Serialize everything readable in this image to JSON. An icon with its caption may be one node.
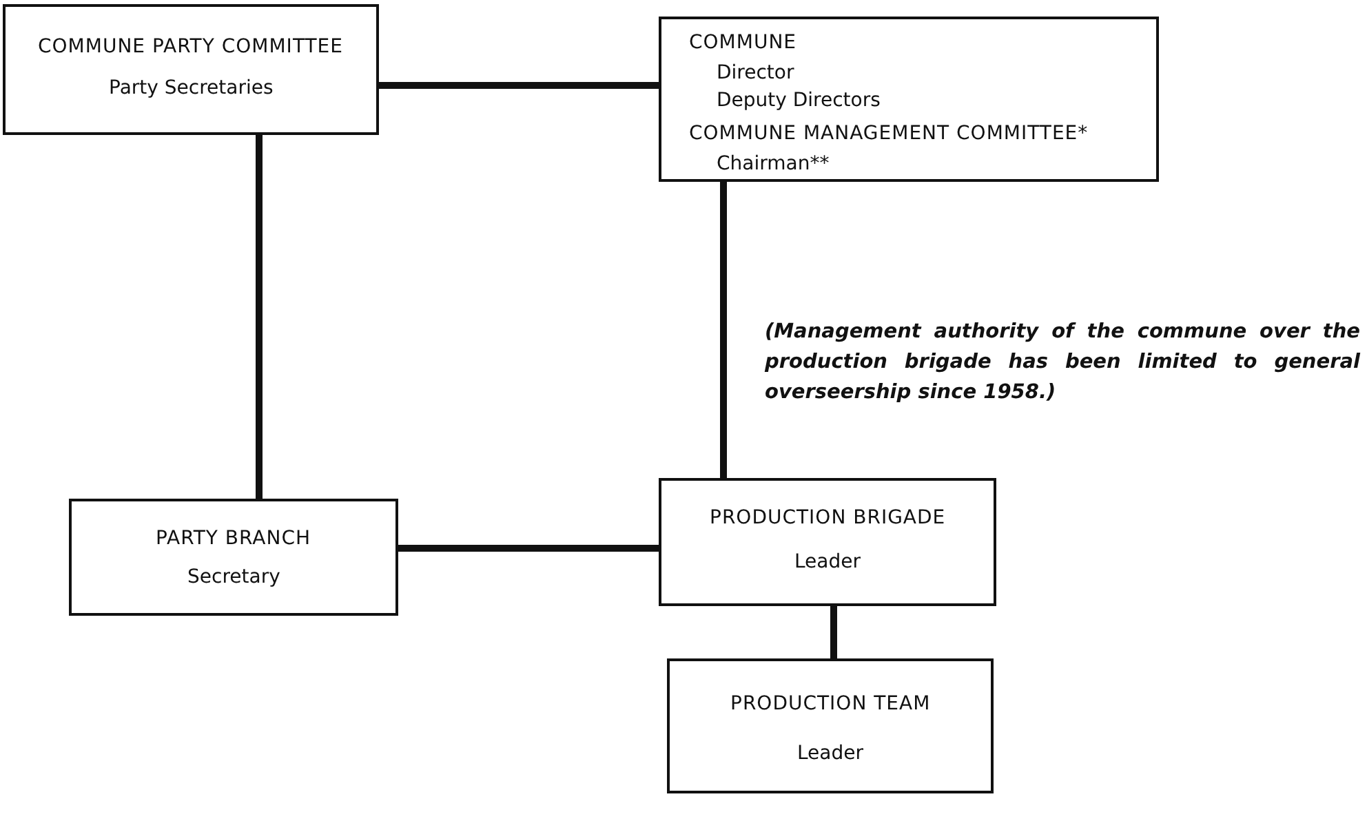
{
  "diagram": {
    "nodes": [
      {
        "text": [
          "COMMUNE PARTY COMMITTEE",
          "Party Secretaries"
        ]
      },
      {
        "text": [
          "COMMUNE",
          "Director",
          "Deputy Directors",
          "COMMUNE MANAGEMENT COMMITTEE*",
          "Chairman**"
        ]
      },
      {
        "text": [
          "PARTY BRANCH",
          "Secretary"
        ]
      },
      {
        "text": [
          "PRODUCTION BRIGADE",
          "Leader"
        ]
      },
      {
        "text": [
          "PRODUCTION TEAM",
          "Leader"
        ]
      }
    ],
    "edges": [
      {
        "from": 0,
        "to": 1,
        "arrow": "none"
      },
      {
        "from": 0,
        "to": 2,
        "arrow": "none"
      },
      {
        "from": 1,
        "to": 3,
        "arrow": "none"
      },
      {
        "from": 2,
        "to": 3,
        "arrow": "none"
      },
      {
        "from": 3,
        "to": 4,
        "arrow": "none"
      }
    ],
    "labels": [
      "(Management authority of the commune over the production brigade has been limited to general overseership since 1958.)"
    ]
  }
}
